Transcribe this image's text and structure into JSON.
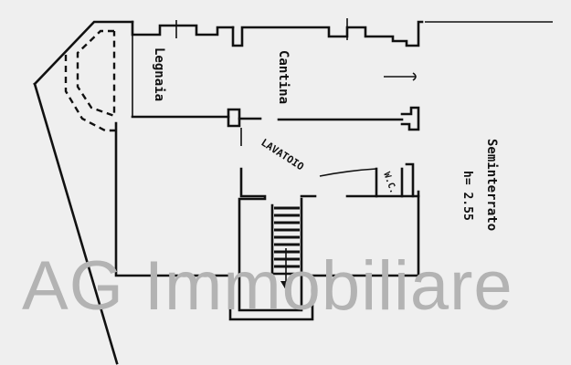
{
  "floor_plan": {
    "level_label": "Seminterrato",
    "height_label": "h= 2.55",
    "rooms": [
      {
        "id": "legnaia",
        "label": "Legnaia"
      },
      {
        "id": "cantina",
        "label": "Cantina"
      },
      {
        "id": "lavatoio",
        "label": "LAVATOIO"
      },
      {
        "id": "wc",
        "label": "W.C."
      }
    ]
  },
  "watermark": {
    "text": "AG Immobiliare",
    "color": "#b3b3b3"
  },
  "colors": {
    "background": "#efefef",
    "lines": "#111111"
  }
}
